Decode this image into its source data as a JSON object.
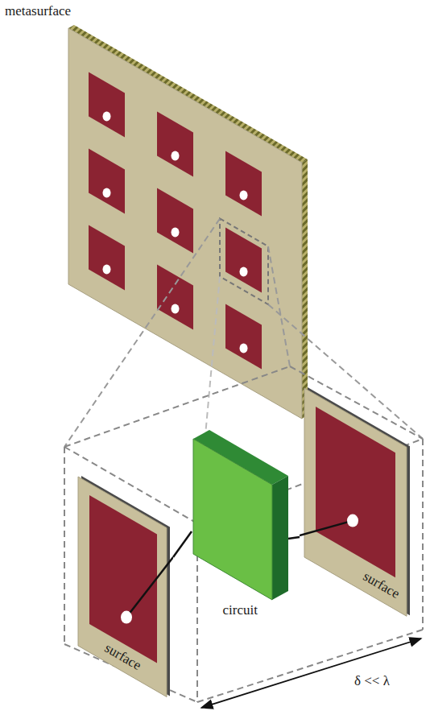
{
  "diagram": {
    "nodes": [
      {
        "text": [
          "surface"
        ]
      },
      {
        "text": [
          "circuit"
        ]
      },
      {
        "text": [
          "surface"
        ]
      }
    ],
    "edges": [
      {
        "from": 0,
        "to": 1,
        "arrow": "none"
      },
      {
        "from": 1,
        "to": 2,
        "arrow": "none"
      }
    ],
    "labels": [
      "metasurface",
      "δ << λ"
    ]
  }
}
